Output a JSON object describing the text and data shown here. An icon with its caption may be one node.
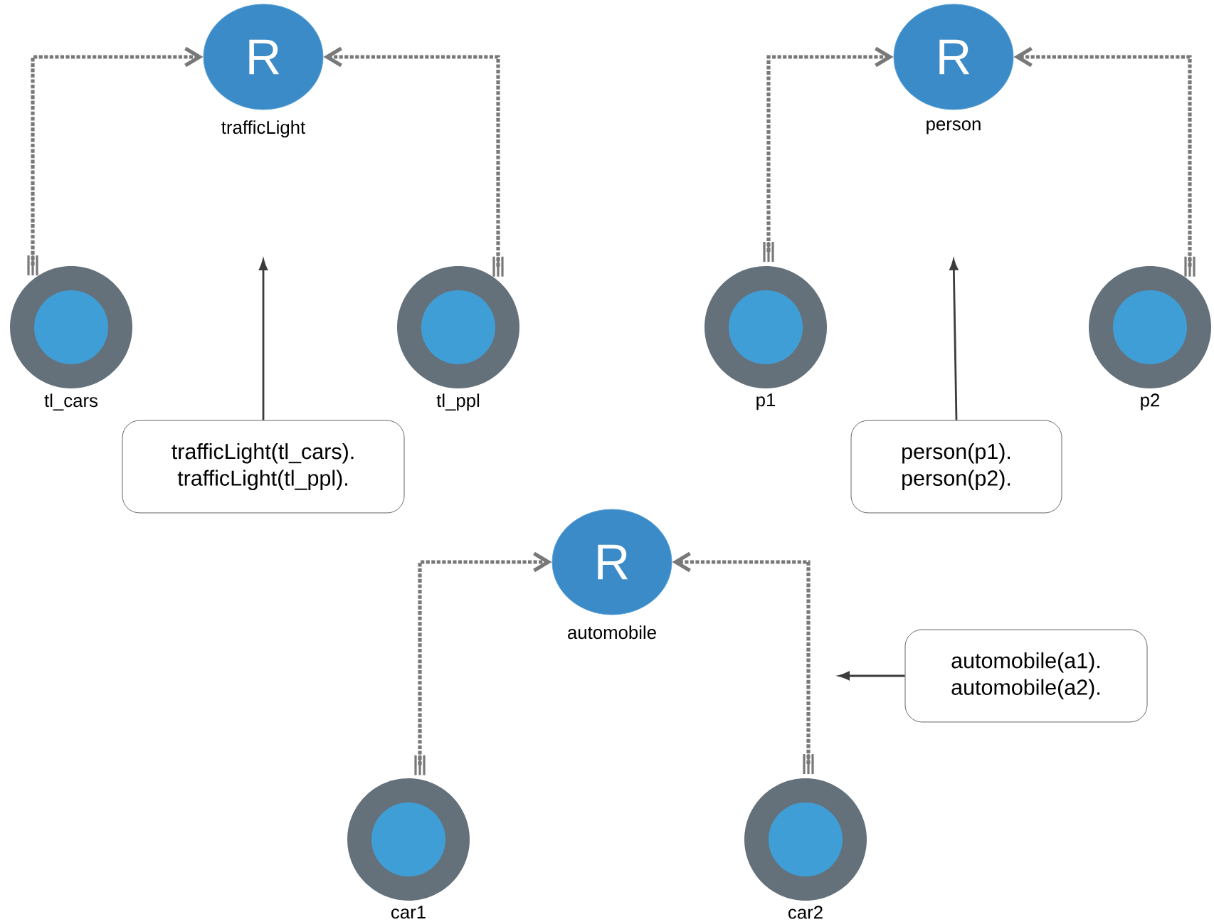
{
  "diagram": {
    "nodes": [
      {
        "text": [
          "R",
          "trafficLight"
        ]
      },
      {
        "text": [
          "R",
          "person"
        ]
      },
      {
        "text": [
          "tl_cars"
        ]
      },
      {
        "text": [
          "tl_ppl"
        ]
      },
      {
        "text": [
          "p1"
        ]
      },
      {
        "text": [
          "p2"
        ]
      },
      {
        "text": [
          "trafficLight(tl_cars). trafficLight(tl_ppl)."
        ]
      },
      {
        "text": [
          "person(p1). person(p2)."
        ]
      },
      {
        "text": [
          "R",
          "automobile"
        ]
      },
      {
        "text": [
          "automobile(a1). automobile(a2)."
        ]
      },
      {
        "text": [
          "car1"
        ]
      },
      {
        "text": [
          "car2"
        ]
      }
    ],
    "edges": [
      {
        "from": 2,
        "to": 0,
        "arrow": "to",
        "style": "dashed"
      },
      {
        "from": 3,
        "to": 0,
        "arrow": "to",
        "style": "dashed"
      },
      {
        "from": 4,
        "to": 1,
        "arrow": "to",
        "style": "dashed"
      },
      {
        "from": 5,
        "to": 1,
        "arrow": "to",
        "style": "dashed"
      },
      {
        "from": 6,
        "to": null,
        "arrow": "to"
      },
      {
        "from": 7,
        "to": null,
        "arrow": "to"
      },
      {
        "from": 10,
        "to": 8,
        "arrow": "to",
        "style": "dashed"
      },
      {
        "from": 11,
        "to": 8,
        "arrow": "to",
        "style": "dashed"
      },
      {
        "from": 9,
        "to": null,
        "arrow": "to"
      }
    ]
  }
}
